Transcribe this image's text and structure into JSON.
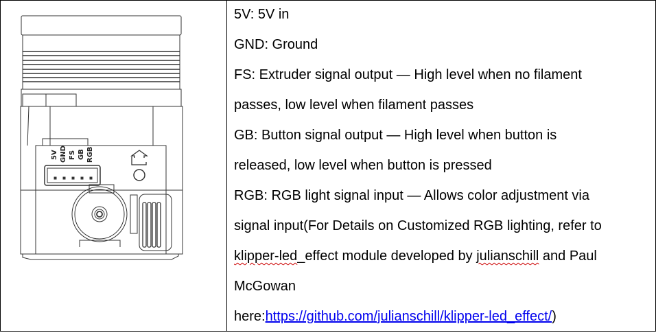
{
  "figure": {
    "pin_labels": [
      "5V",
      "GND",
      "FS",
      "GB",
      "RGB"
    ]
  },
  "description": {
    "lines": [
      "5V: 5V in",
      "GND: Ground",
      "FS: Extruder signal output — High level when no filament",
      "passes, low level when filament passes",
      "GB: Button signal output — High level when button is",
      "released, low level when button is pressed",
      "RGB: RGB light signal input — Allows color adjustment via",
      "signal input(For Details on Customized RGB lighting, refer to"
    ],
    "line9_part1": "klipper-led",
    "line9_part2": "_effect module developed by ",
    "line9_part3": "julianschill",
    "line9_part4": " and Paul",
    "line10": "McGowan",
    "line11_prefix": "here:",
    "link_text": "https://github.com/julianschill/klipper-led_effect/",
    "line11_suffix": ")"
  },
  "colors": {
    "link": "#0000ee",
    "spellcheck": "#cc0000"
  }
}
